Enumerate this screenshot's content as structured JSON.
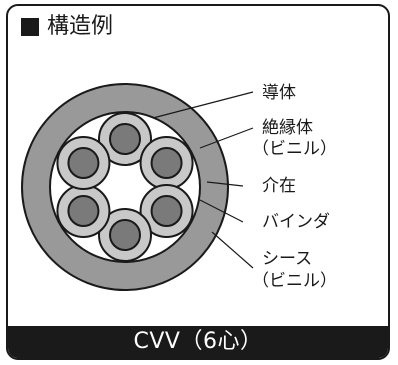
{
  "title": "構造例",
  "footer_label": "CVV（6心）",
  "labels": {
    "conductor": "導体",
    "insulation_line1": "絶縁体",
    "insulation_line2": "（ビニル）",
    "filler": "介在",
    "binder": "バインダ",
    "sheath_line1": "シース",
    "sheath_line2": "（ビニル）"
  },
  "colors": {
    "sheath": "#999999",
    "insulation": "#c8c8c8",
    "conductor": "#7a7a7a",
    "outline": "#1a1a1a",
    "footer_bg": "#1a1a1a",
    "footer_text": "#ffffff"
  },
  "core_count": 6
}
